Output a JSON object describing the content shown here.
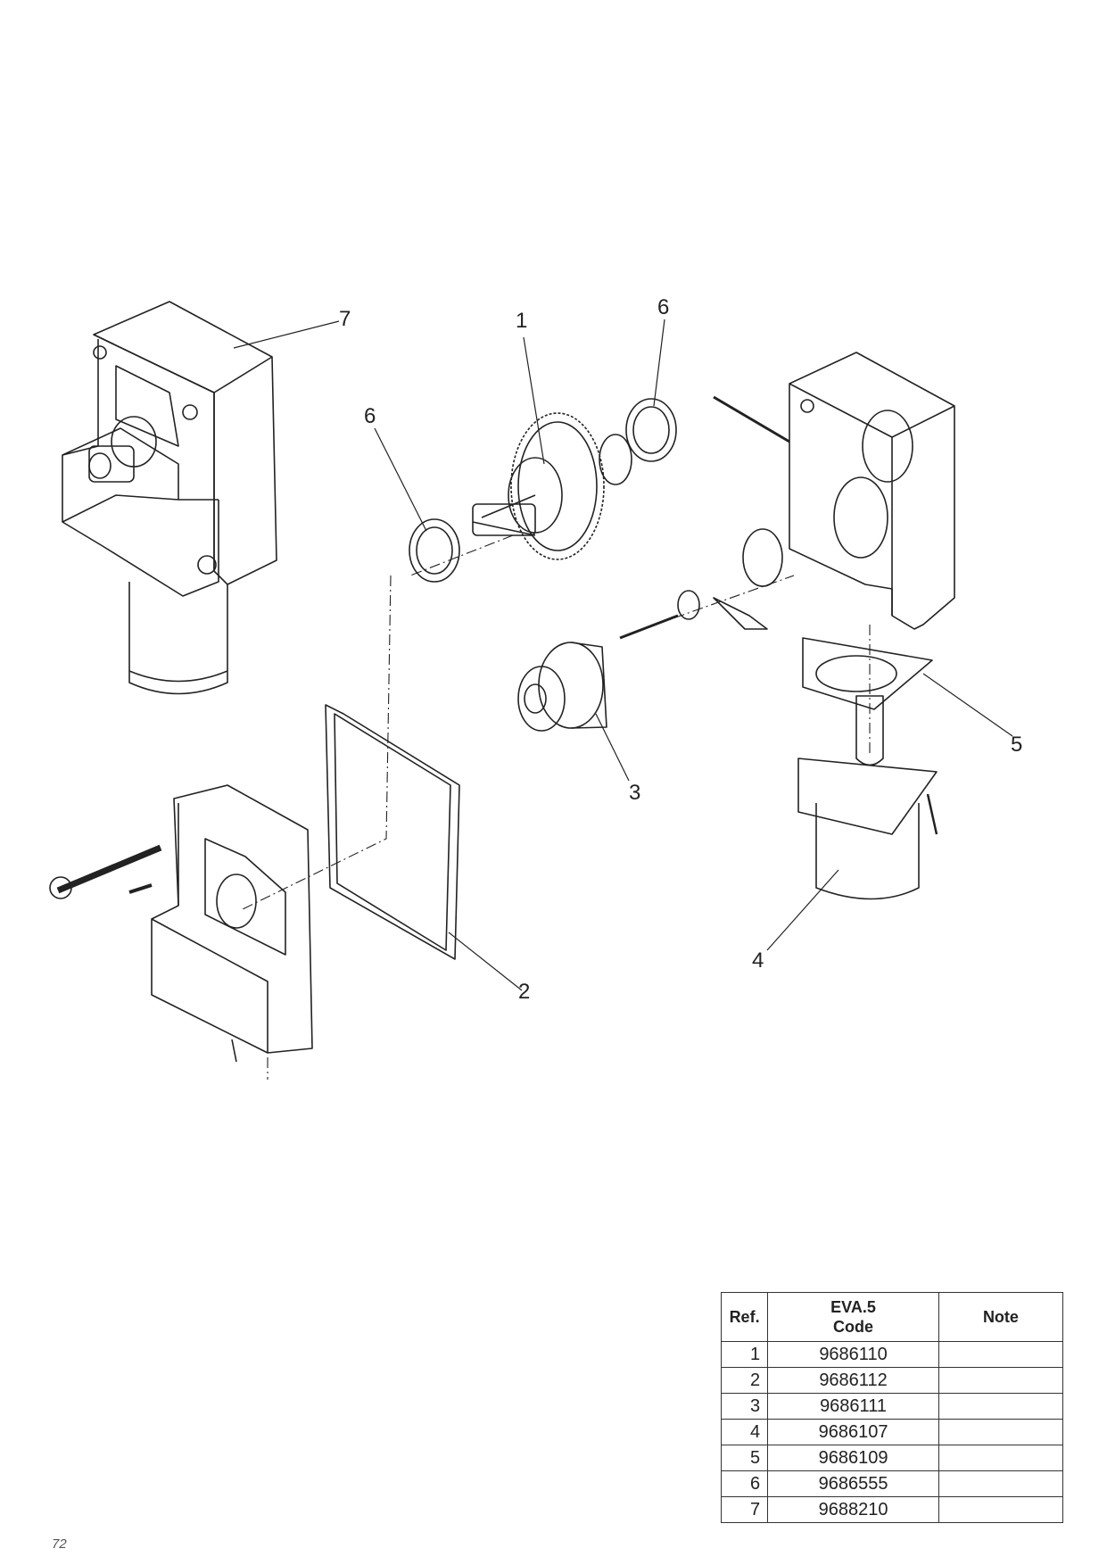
{
  "diagram": {
    "callouts": [
      "7",
      "1",
      "6",
      "6",
      "5",
      "3",
      "2",
      "4"
    ]
  },
  "table": {
    "headers": {
      "ref": "Ref.",
      "code_line1": "EVA.5",
      "code_line2": "Code",
      "note": "Note"
    },
    "rows": [
      {
        "ref": "1",
        "code": "9686110",
        "note": ""
      },
      {
        "ref": "2",
        "code": "9686112",
        "note": ""
      },
      {
        "ref": "3",
        "code": "9686111",
        "note": ""
      },
      {
        "ref": "4",
        "code": "9686107",
        "note": ""
      },
      {
        "ref": "5",
        "code": "9686109",
        "note": ""
      },
      {
        "ref": "6",
        "code": "9686555",
        "note": ""
      },
      {
        "ref": "7",
        "code": "9688210",
        "note": ""
      }
    ]
  },
  "page_number": "72"
}
